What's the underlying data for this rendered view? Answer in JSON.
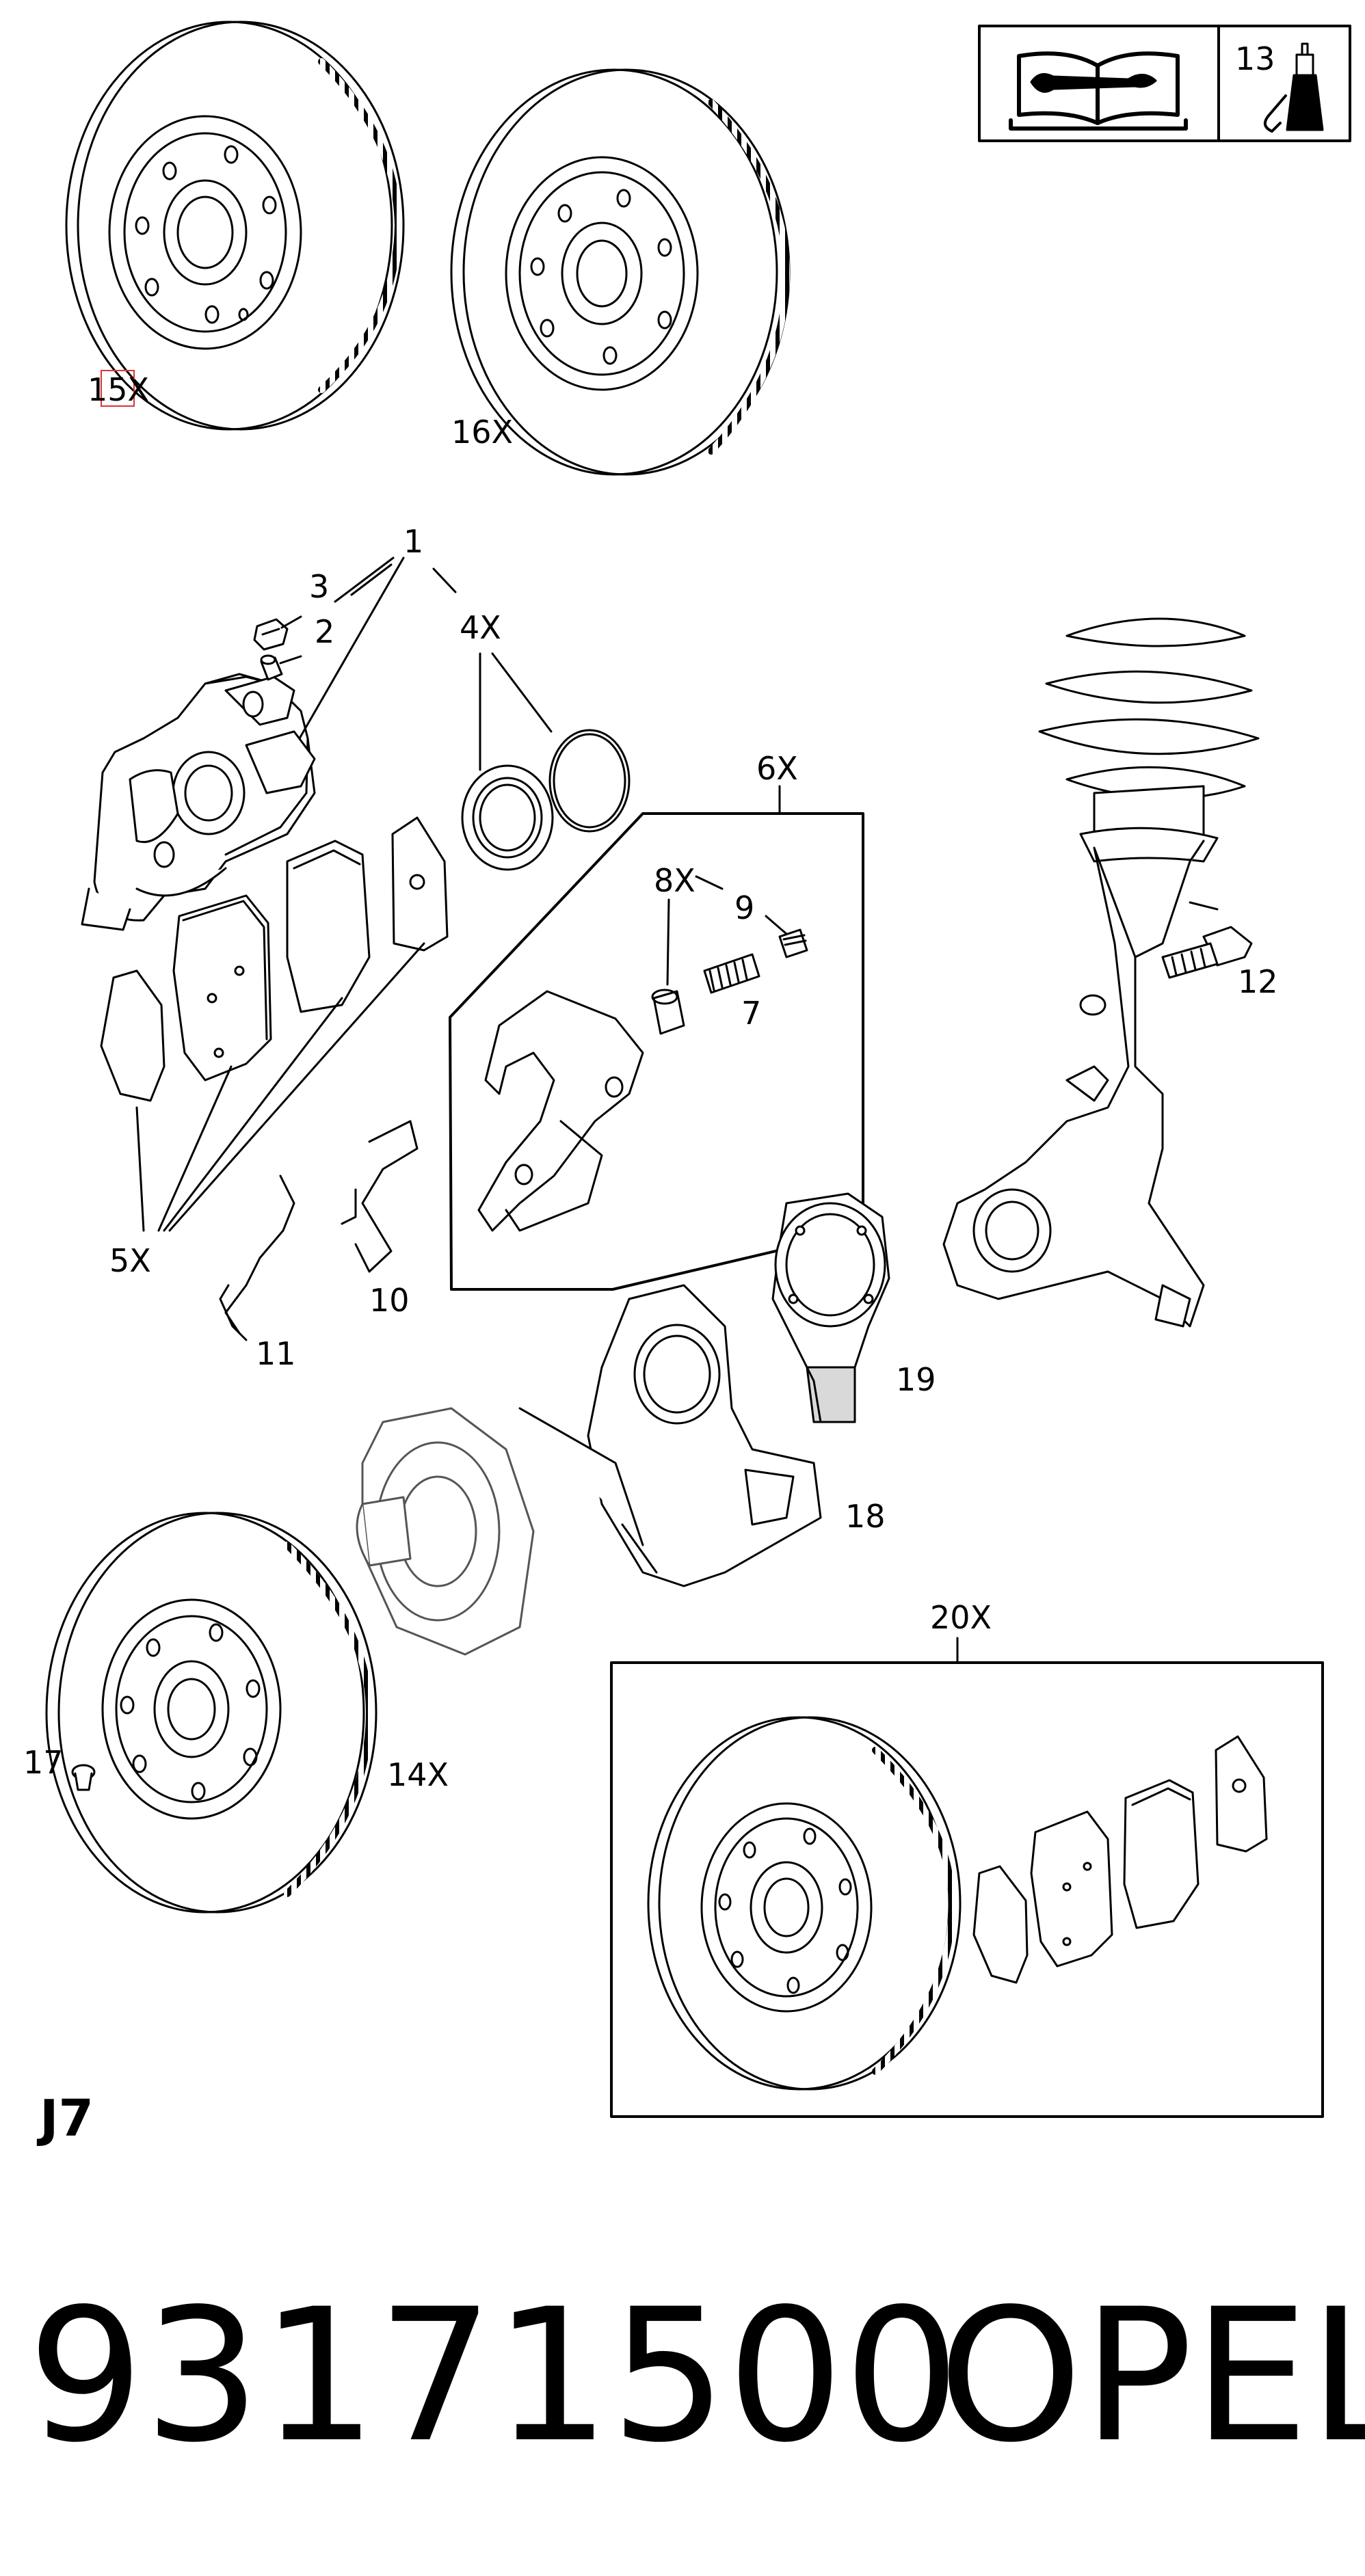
{
  "callouts": {
    "c15": "15X",
    "c16": "16X",
    "c1": "1",
    "c2": "2",
    "c3": "3",
    "c4": "4X",
    "c5": "5X",
    "c6": "6X",
    "c7": "7",
    "c8": "8X",
    "c9": "9",
    "c10": "10",
    "c11": "11",
    "c12": "12",
    "c13": "13",
    "c14": "14X",
    "c17": "17",
    "c18": "18",
    "c19": "19",
    "c20": "20X"
  },
  "section_code": "J7",
  "footer": {
    "part_number": "93171500",
    "brand": "OPEL"
  },
  "icons": [
    "service-manual-icon",
    "lubricant-bottle-icon"
  ]
}
